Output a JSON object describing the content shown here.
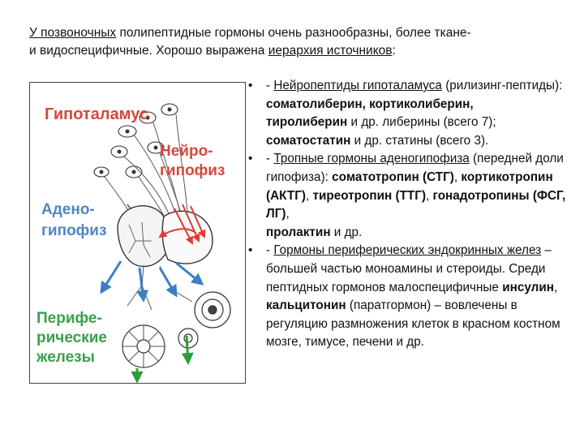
{
  "intro": {
    "u1": "У позвоночных",
    "t1": " полипептидные гормоны очень разнообразны, более ткане-",
    "t2": "и видоспецифичные.  Хорошо выражена ",
    "u2": "иерархия источников",
    "t3": ":"
  },
  "figure": {
    "hypothalamus": "Гипоталамус",
    "neuro1": "Нейро-",
    "neuro2": "гипофиз",
    "adeno1": "Адено-",
    "adeno2": "гипофиз",
    "periph1": "Перифе-",
    "periph2": "рические",
    "periph3": "железы",
    "colors": {
      "red_label": "#d8473c",
      "blue_label": "#4f86c6",
      "green_label": "#3aa04a",
      "red_arrow": "#e23a2e",
      "blue_arrow": "#3b7fc4",
      "green_arrow": "#2f9a3c"
    }
  },
  "bullets": [
    {
      "marker": "•",
      "prefix": "- ",
      "title": "Нейропептиды гипоталамуса",
      "t1": " (рилизинг-пептиды):",
      "b1": "соматолиберин, кортиколиберин,",
      "b2": "тиролиберин",
      "t2": " и др. либерины (всего 7);",
      "b3": "соматостатин",
      "t3": " и др. статины (всего 3)."
    },
    {
      "marker": "•",
      "prefix": "- ",
      "title": "Тропные гормоны аденогипофиза",
      "t1": " (передней доли гипофиза): ",
      "b1": "соматотропин (СТГ)",
      "t2": ", ",
      "b2": "кортикотропин (АКТГ)",
      "t3": ", ",
      "b3": "тиреотропин (ТТГ)",
      "t4": ", ",
      "b4": "гонадотропины (ФСГ, ЛГ)",
      "t5": ", ",
      "b5": "пролактин",
      "t6": " и др."
    },
    {
      "marker": "•",
      "prefix": "- ",
      "title": "Гормоны периферических эндокринных желез",
      "t1": " – большей частью моноамины и стероиды. Среди пептидных гормонов малоспецифичные ",
      "b1": "инсулин",
      "t2": ", ",
      "b2": "кальцитонин",
      "t3": " (паратгормон) – вовлечены в регуляцию размножения клеток в красном костном мозге, тимусе, печени и др."
    }
  ]
}
